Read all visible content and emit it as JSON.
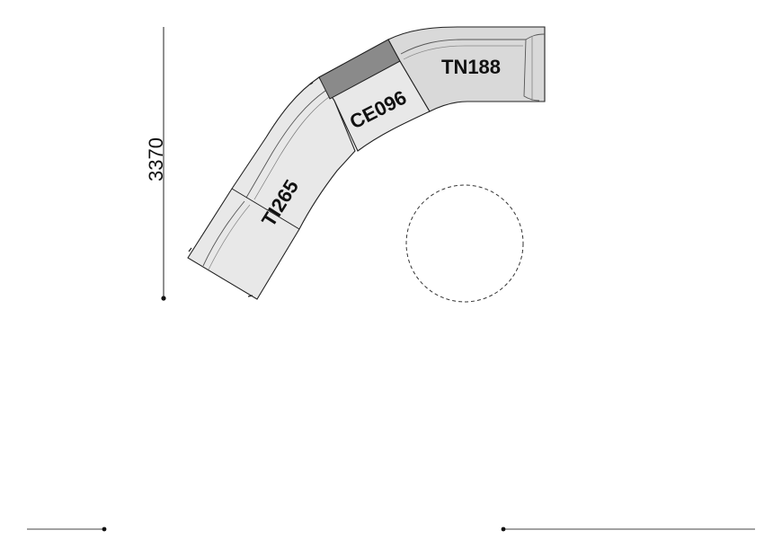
{
  "modules": {
    "ti": {
      "label": "TI265"
    },
    "ce": {
      "label": "CE096"
    },
    "tn": {
      "label": "TN188"
    }
  },
  "dimension": {
    "height_label": "3370"
  },
  "colors": {
    "module_fill": "#e8e8e8",
    "module_fill_dark": "#d2d2d2",
    "back_highlight": "#8a8a8a",
    "stroke": "#222222"
  }
}
